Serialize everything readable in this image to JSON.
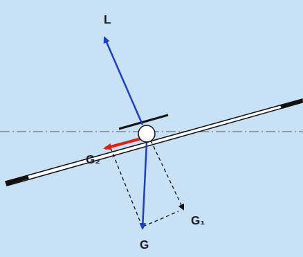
{
  "diagram": {
    "labels": [
      "L",
      "G₂",
      "G₁",
      "G"
    ]
  }
}
